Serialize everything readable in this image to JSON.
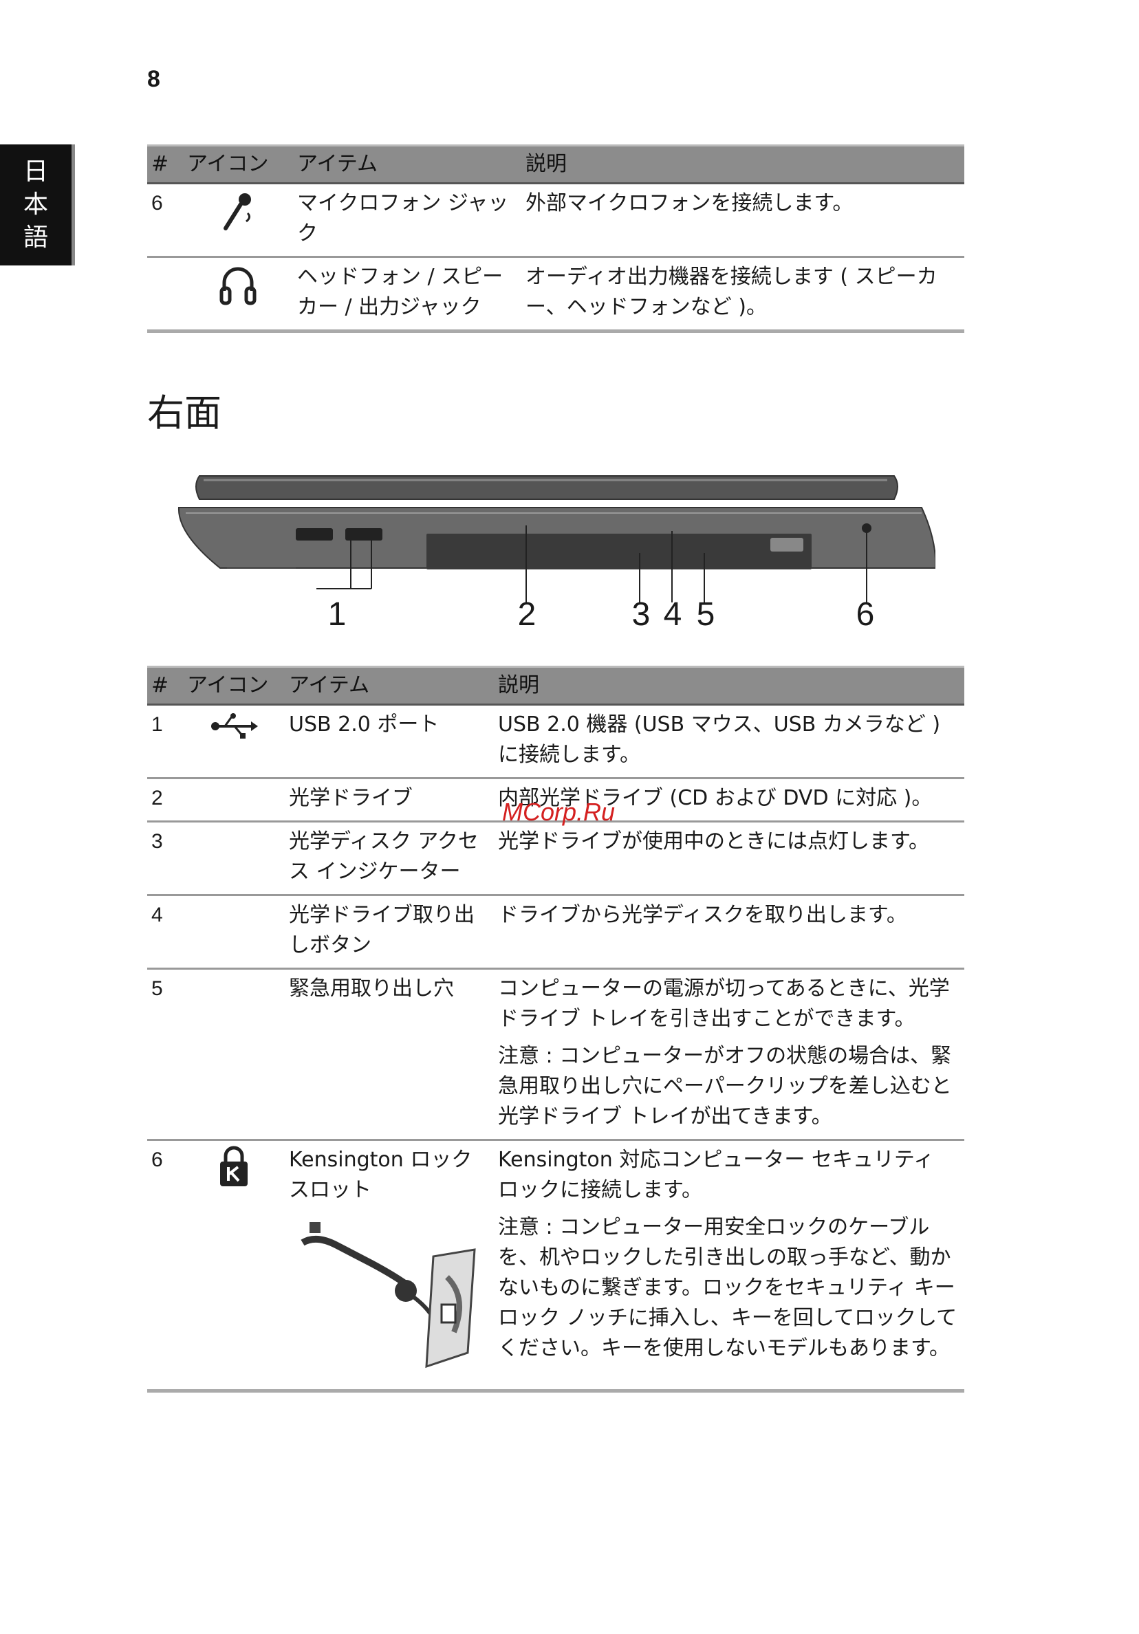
{
  "page_number": "8",
  "language_tab": [
    "日",
    "本",
    "語"
  ],
  "table1": {
    "headers": [
      "#",
      "アイコン",
      "アイテム",
      "説明"
    ],
    "rows": [
      {
        "num": "6",
        "icon": "microphone-icon",
        "item": "マイクロフォン ジャック",
        "desc": "外部マイクロフォンを接続します。"
      },
      {
        "num": "",
        "icon": "headphones-icon",
        "item": "ヘッドフォン / スピーカー / 出力ジャック",
        "desc": "オーディオ出力機器を接続します ( スピーカー、ヘッドフォンなど )。"
      }
    ]
  },
  "section_title": "右面",
  "callouts": [
    "1",
    "2",
    "3",
    "4",
    "5",
    "6"
  ],
  "table2": {
    "headers": [
      "#",
      "アイコン",
      "アイテム",
      "説明"
    ],
    "rows": [
      {
        "num": "1",
        "icon": "usb-icon",
        "item": "USB 2.0 ポート",
        "desc": "USB 2.0 機器 (USB マウス、USB カメラなど ) に接続します。"
      },
      {
        "num": "2",
        "icon": "",
        "item": "光学ドライブ",
        "desc": "内部光学ドライブ (CD および DVD に対応 )。"
      },
      {
        "num": "3",
        "icon": "",
        "item": "光学ディスク アクセス インジケーター",
        "desc": "光学ドライブが使用中のときには点灯します。"
      },
      {
        "num": "4",
        "icon": "",
        "item": "光学ドライブ取り出しボタン",
        "desc": "ドライブから光学ディスクを取り出します。"
      },
      {
        "num": "5",
        "icon": "",
        "item": "緊急用取り出し穴",
        "desc": "コンピューターの電源が切ってあるときに、光学ドライブ トレイを引き出すことができます。",
        "note": "注意 : コンピューターがオフの状態の場合は、緊急用取り出し穴にペーパークリップを差し込むと光学ドライブ トレイが出てきます。"
      },
      {
        "num": "6",
        "icon": "kensington-lock-icon",
        "item": "Kensington ロック スロット",
        "desc": "Kensington 対応コンピューター セキュリティ ロックに接続します。",
        "note": "注意 : コンピューター用安全ロックのケーブルを、机やロックした引き出しの取っ手など、動かないものに繋ぎます。ロックをセキュリティ キー ロック ノッチに挿入し、キーを回してロックしてください。キーを使用しないモデルもあります。"
      }
    ]
  },
  "watermark": "MCorp.Ru"
}
